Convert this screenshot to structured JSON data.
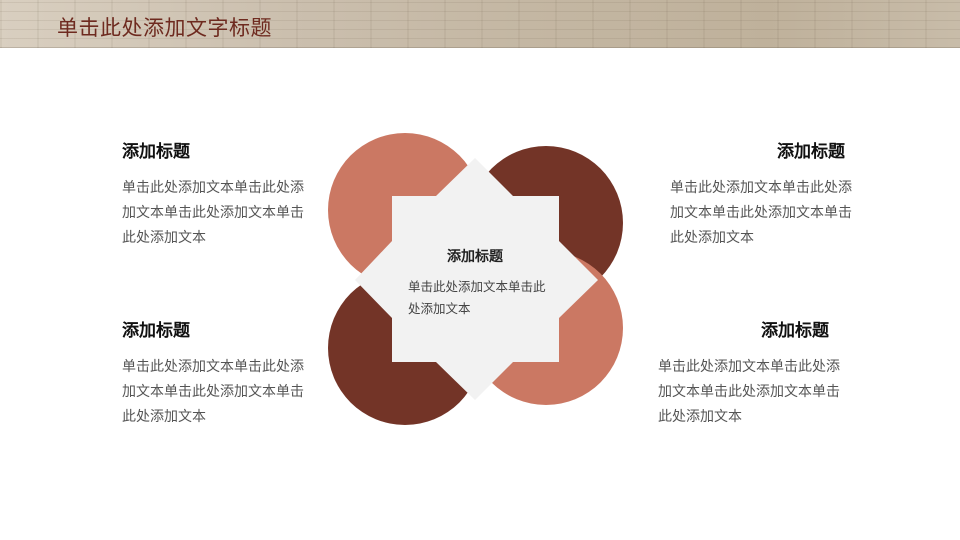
{
  "header": {
    "title": "单击此处添加文字标题"
  },
  "blocks": {
    "top_left": {
      "title": "添加标题",
      "body": "单击此处添加文本单击此处添加文本单击此处添加文本单击此处添加文本"
    },
    "bottom_left": {
      "title": "添加标题",
      "body": "单击此处添加文本单击此处添加文本单击此处添加文本单击此处添加文本"
    },
    "top_right": {
      "title": "添加标题",
      "body": "单击此处添加文本单击此处添加文本单击此处添加文本单击此处添加文本"
    },
    "bottom_right": {
      "title": "添加标题",
      "body": "单击此处添加文本单击此处添加文本单击此处添加文本单击此处添加文本"
    }
  },
  "center": {
    "title": "添加标题",
    "body": "单击此处添加文本单击此处添加文本"
  },
  "colors": {
    "accent_dark": "#733427",
    "accent_light": "#cb7863",
    "star": "#f2f2f2",
    "title_text": "#6e2a1f"
  }
}
